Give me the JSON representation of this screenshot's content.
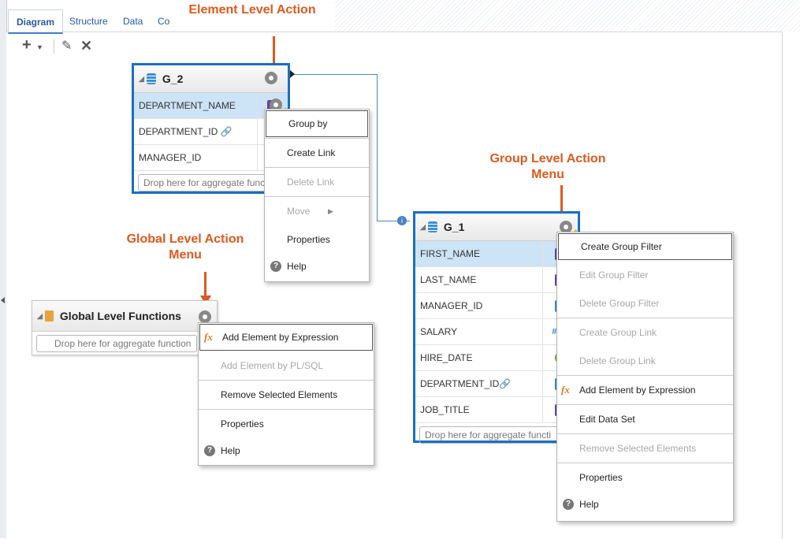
{
  "tabs": [
    "Diagram",
    "Structure",
    "Data",
    "Co"
  ],
  "annotations": {
    "element": "Element Level Action",
    "group": [
      "Group Level Action",
      "Menu"
    ],
    "global": [
      "Global Level Action",
      "Menu"
    ]
  },
  "g2": {
    "title": "G_2",
    "rows": [
      {
        "name": "DEPARTMENT_NAME",
        "type": "A"
      },
      {
        "name": "DEPARTMENT_ID",
        "type": "#"
      },
      {
        "name": "MANAGER_ID",
        "type": "#"
      }
    ],
    "drop": "Drop here for aggregate func"
  },
  "g1": {
    "title": "G_1",
    "rows": [
      {
        "name": "FIRST_NAME",
        "type": "A"
      },
      {
        "name": "LAST_NAME",
        "type": "A"
      },
      {
        "name": "MANAGER_ID",
        "type": "#"
      },
      {
        "name": "SALARY",
        "type": "#E"
      },
      {
        "name": "HIRE_DATE",
        "type": "date"
      },
      {
        "name": "DEPARTMENT_ID",
        "type": "#"
      },
      {
        "name": "JOB_TITLE",
        "type": "A"
      }
    ],
    "drop": "Drop here for aggregate functi"
  },
  "global": {
    "title": "Global Level Functions",
    "drop": "Drop here for aggregate function"
  },
  "element_menu": [
    "Group by",
    "Create Link",
    "Delete Link",
    "Move",
    "Properties",
    "Help"
  ],
  "global_menu": [
    "Add Element by Expression",
    "Add Element by PL/SQL",
    "Remove Selected Elements",
    "Properties",
    "Help"
  ],
  "group_menu": [
    "Create Group Filter",
    "Edit Group Filter",
    "Delete Group Filter",
    "Create Group Link",
    "Delete Group Link",
    "Add Element by Expression",
    "Edit Data Set",
    "Remove Selected Elements",
    "Properties",
    "Help"
  ],
  "colors": {
    "accent": "#1a6fc1",
    "annotation": "#e0591d"
  }
}
